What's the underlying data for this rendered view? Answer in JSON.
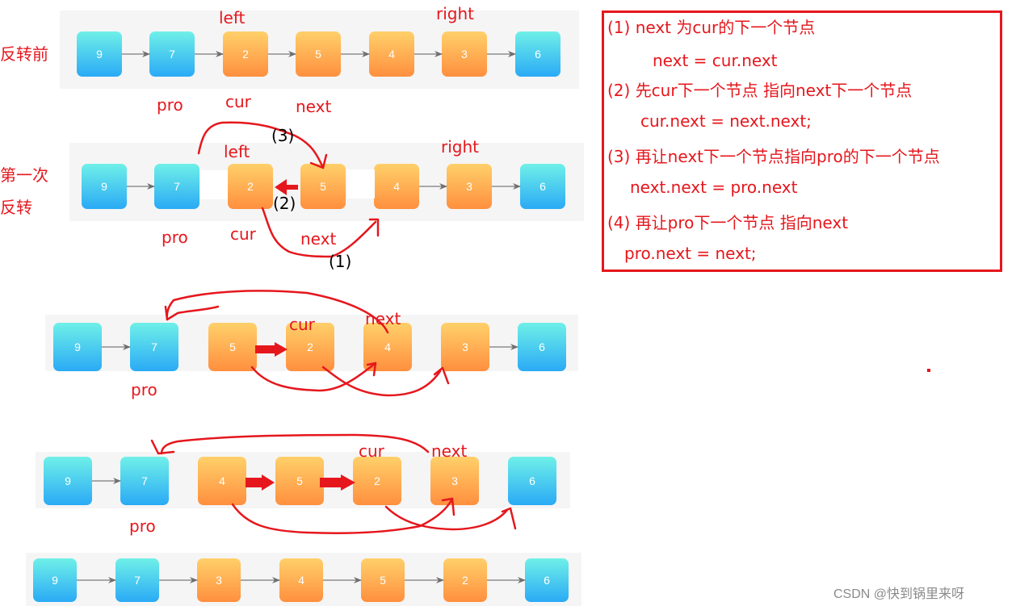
{
  "row_labels": {
    "before": "反转前",
    "first_line1": "第一次",
    "first_line2": "反转"
  },
  "rows": [
    {
      "name": "before-reversal",
      "nodes": [
        {
          "value": "9",
          "color": "blue"
        },
        {
          "value": "7",
          "color": "blue"
        },
        {
          "value": "2",
          "color": "orange"
        },
        {
          "value": "5",
          "color": "orange"
        },
        {
          "value": "4",
          "color": "orange"
        },
        {
          "value": "3",
          "color": "orange"
        },
        {
          "value": "6",
          "color": "blue"
        }
      ],
      "labels": {
        "left": "left",
        "right": "right",
        "pro": "pro",
        "cur": "cur",
        "next": "next"
      }
    },
    {
      "name": "first-reversal",
      "nodes": [
        {
          "value": "9",
          "color": "blue"
        },
        {
          "value": "7",
          "color": "blue"
        },
        {
          "value": "2",
          "color": "orange"
        },
        {
          "value": "5",
          "color": "orange"
        },
        {
          "value": "4",
          "color": "orange"
        },
        {
          "value": "3",
          "color": "orange"
        },
        {
          "value": "6",
          "color": "blue"
        }
      ],
      "labels": {
        "left": "left",
        "right": "right",
        "pro": "pro",
        "cur": "cur",
        "next": "next",
        "step1": "(1)",
        "step2": "(2)",
        "step3": "(3)"
      }
    },
    {
      "name": "second-reversal",
      "nodes": [
        {
          "value": "9",
          "color": "blue"
        },
        {
          "value": "7",
          "color": "blue"
        },
        {
          "value": "5",
          "color": "orange"
        },
        {
          "value": "2",
          "color": "orange"
        },
        {
          "value": "4",
          "color": "orange"
        },
        {
          "value": "3",
          "color": "orange"
        },
        {
          "value": "6",
          "color": "blue"
        }
      ],
      "labels": {
        "pro": "pro",
        "cur": "cur",
        "next": "next"
      }
    },
    {
      "name": "third-reversal",
      "nodes": [
        {
          "value": "9",
          "color": "blue"
        },
        {
          "value": "7",
          "color": "blue"
        },
        {
          "value": "4",
          "color": "orange"
        },
        {
          "value": "5",
          "color": "orange"
        },
        {
          "value": "2",
          "color": "orange"
        },
        {
          "value": "3",
          "color": "orange"
        },
        {
          "value": "6",
          "color": "blue"
        }
      ],
      "labels": {
        "pro": "pro",
        "cur": "cur",
        "next": "next"
      }
    },
    {
      "name": "final-result",
      "nodes": [
        {
          "value": "9",
          "color": "blue"
        },
        {
          "value": "7",
          "color": "blue"
        },
        {
          "value": "3",
          "color": "orange"
        },
        {
          "value": "4",
          "color": "orange"
        },
        {
          "value": "5",
          "color": "orange"
        },
        {
          "value": "2",
          "color": "orange"
        },
        {
          "value": "6",
          "color": "blue"
        }
      ],
      "labels": {}
    }
  ],
  "notes": [
    "(1)  next 为cur的下一个节点",
    "next = cur.next",
    "(2) 先cur下一个节点 指向next下一个节点",
    "cur.next = next.next;",
    "(3) 再让next下一个节点指向pro的下一个节点",
    "next.next = pro.next",
    "(4) 再让pro下一个节点 指向next",
    "pro.next = next;"
  ],
  "colors": {
    "annotation": "#e5171d",
    "node_blue_top": "#6ff0e8",
    "node_blue_bottom": "#2aaaf5",
    "node_orange_top": "#ffd06a",
    "node_orange_bottom": "#ff8f3e",
    "arrow_gray": "#7a7a7a"
  },
  "watermark": "CSDN @快到锅里来呀"
}
